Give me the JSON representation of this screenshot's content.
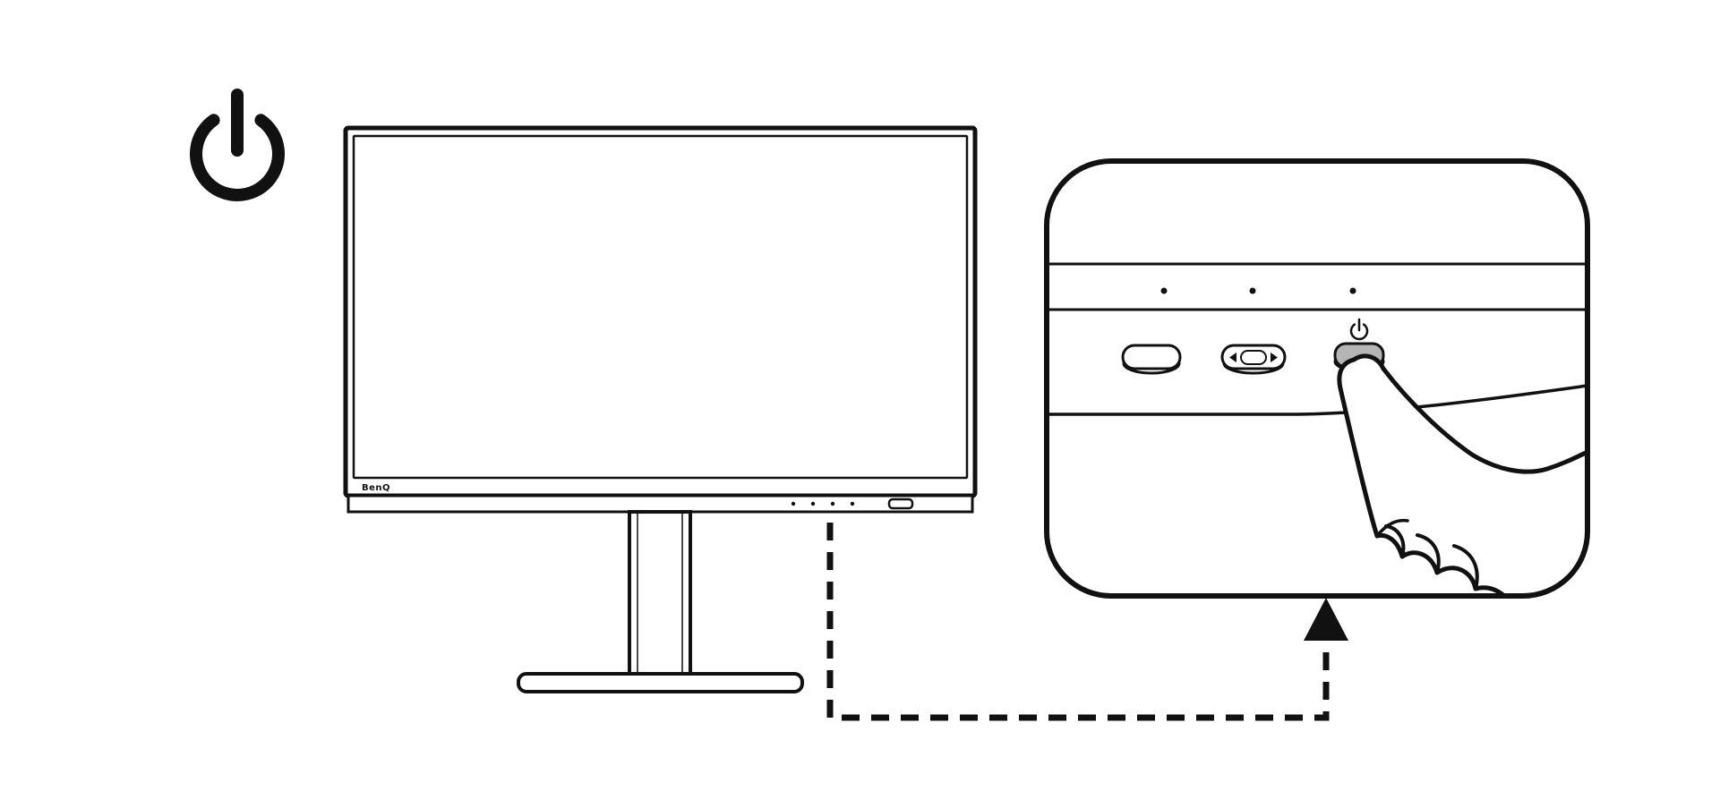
{
  "diagram": {
    "monitor": {
      "brand": "BenQ"
    },
    "callout": {
      "led_count": 3,
      "key_count": 3,
      "pressed_key": "power"
    },
    "colors": {
      "ink": "#111111",
      "key_gray": "#b5b5b5",
      "background": "#ffffff"
    }
  }
}
